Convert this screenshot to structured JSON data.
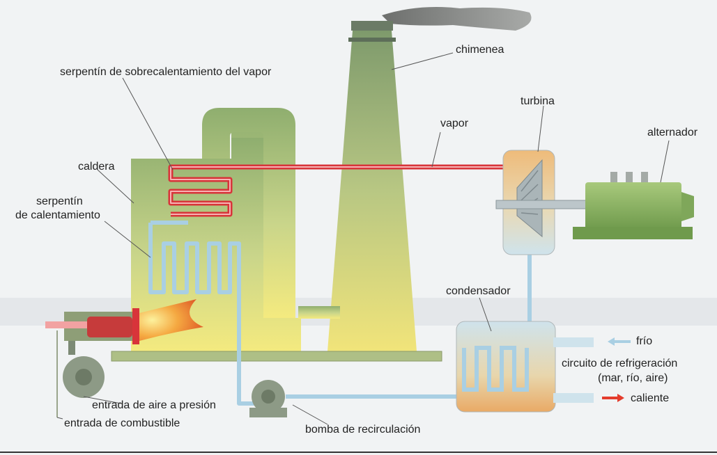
{
  "labels": {
    "chimenea": "chimenea",
    "serpentin_sobre": "serpentín de sobrecalentamiento del vapor",
    "turbina": "turbina",
    "vapor": "vapor",
    "alternador": "alternador",
    "caldera": "caldera",
    "serpentin_cal_1": "serpentín",
    "serpentin_cal_2": "de calentamiento",
    "condensador": "condensador",
    "frio": "frío",
    "circuito_1": "circuito de refrigeración",
    "circuito_2": "(mar, río, aire)",
    "caliente": "caliente",
    "aire": "entrada de aire a presión",
    "combustible": "entrada de combustible",
    "bomba": "bomba de recirculación"
  },
  "colors": {
    "pipe_cold": "#a9cfe3",
    "pipe_hot": "#d8343a",
    "structure_top": "#8fae6f",
    "structure_bottom": "#f1e57a",
    "machine": "#7fa75a",
    "hot_arrow": "#e43c2c"
  }
}
